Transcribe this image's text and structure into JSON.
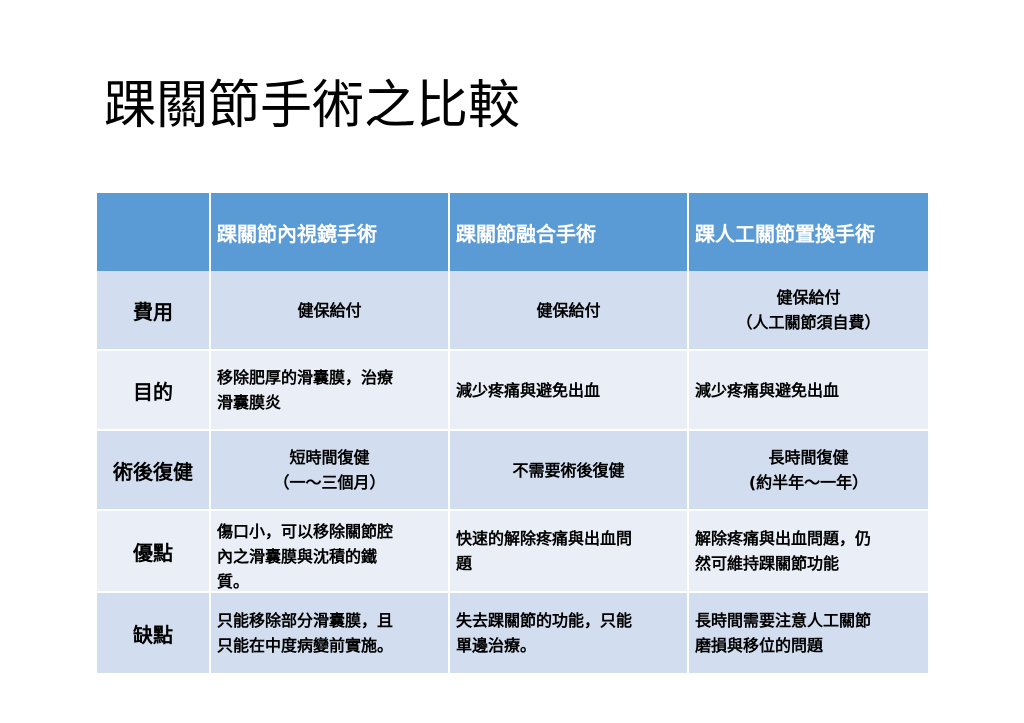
{
  "title": "踝關節手術之比較",
  "table": {
    "columns": [
      "",
      "踝關節內視鏡手術",
      "踝關節融合手術",
      "踝人工關節置換手術"
    ],
    "rows": [
      {
        "label": "費用",
        "cells": [
          [
            "健保給付"
          ],
          [
            "健保給付"
          ],
          [
            "健保給付",
            "（人工關節須自費）"
          ]
        ]
      },
      {
        "label": "目的",
        "cells": [
          [
            "移除肥厚的滑囊膜，治療",
            "滑囊膜炎"
          ],
          [
            "減少疼痛與避免出血"
          ],
          [
            "減少疼痛與避免出血"
          ]
        ]
      },
      {
        "label": "術後復健",
        "cells": [
          [
            "短時間復健",
            "（一～三個月）"
          ],
          [
            "不需要術後復健"
          ],
          [
            "長時間復健",
            "(約半年～一年）"
          ]
        ]
      },
      {
        "label": "優點",
        "cells": [
          [
            "傷口小，可以移除關節腔",
            "內之滑囊膜與沈積的鐵",
            "質。"
          ],
          [
            "快速的解除疼痛與出血問",
            "題"
          ],
          [
            "解除疼痛與出血問題，仍",
            "然可維持踝關節功能"
          ]
        ]
      },
      {
        "label": "缺點",
        "cells": [
          [
            "只能移除部分滑囊膜，且",
            "只能在中度病變前實施。"
          ],
          [
            "失去踝關節的功能，只能",
            "單邊治療。"
          ],
          [
            "長時間需要注意人工關節",
            "磨損與移位的問題"
          ]
        ]
      }
    ]
  }
}
